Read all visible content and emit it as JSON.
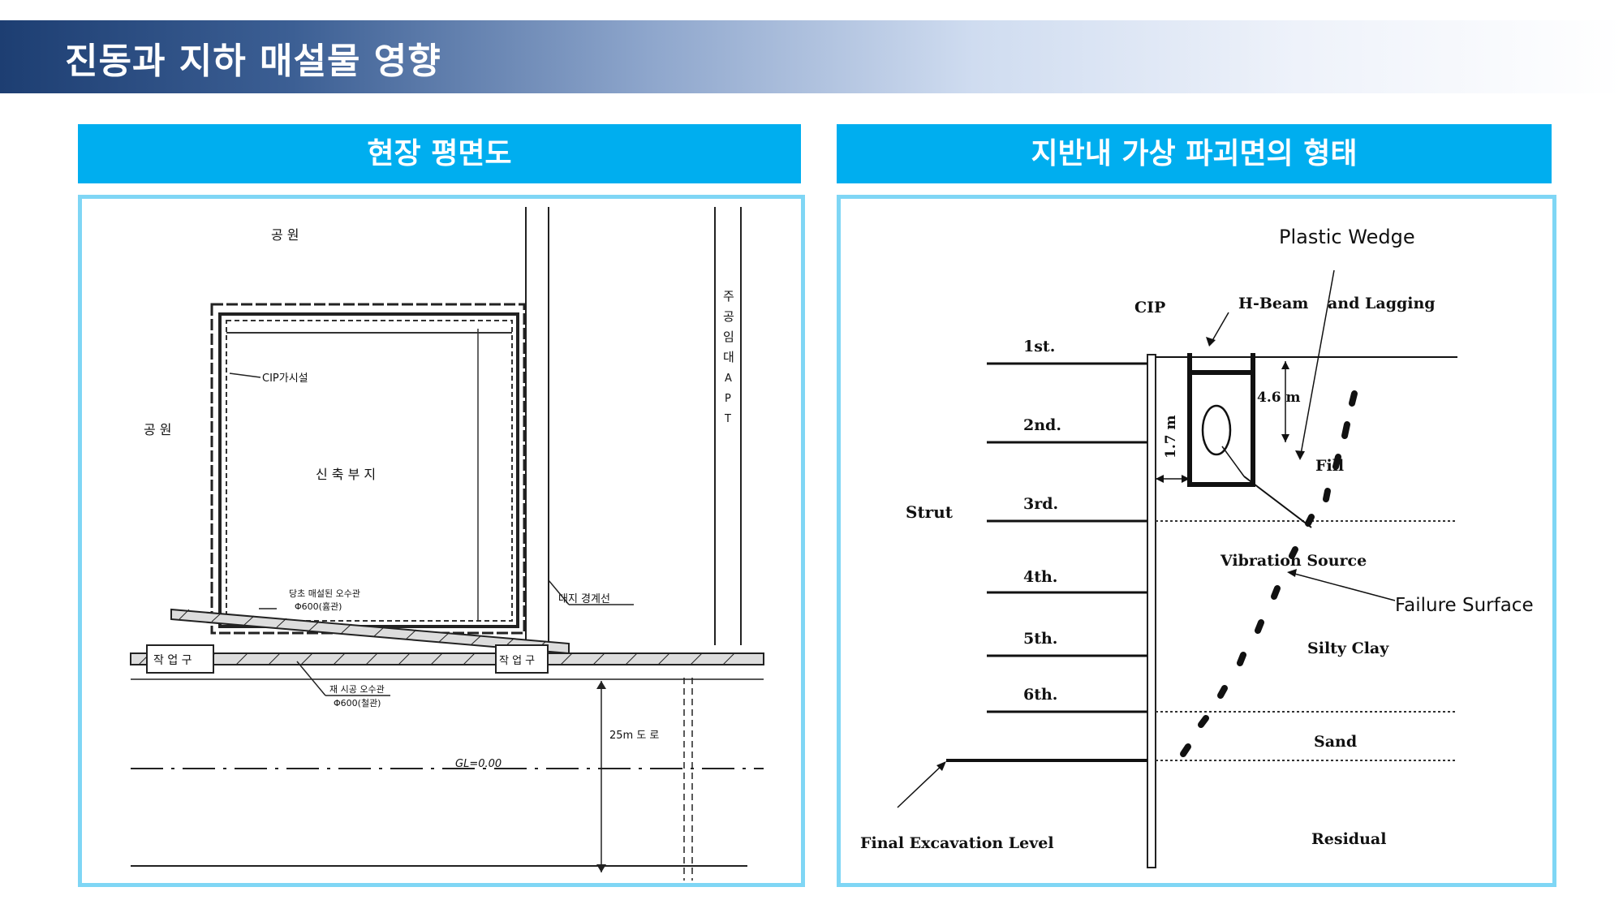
{
  "page": {
    "title": "진동과 지하 매설물 영향"
  },
  "left_panel": {
    "header": "현장 평면도",
    "labels": {
      "park_top": "공 원",
      "park_left": "공 원",
      "cip_temp": "CIP가시설",
      "new_site": "신 축 부 지",
      "apt": [
        "주",
        "공",
        "임",
        "대",
        "A",
        "P",
        "T"
      ],
      "boundary": "대지 경계선",
      "existing_pipe": "당초 매설된 오수관",
      "existing_pipe_spec": "Φ600(흄관)",
      "work_left": "작 업 구",
      "work_right": "작 업 구",
      "new_pipe": "재 시공 오수관",
      "new_pipe_spec": "Φ600(철관)",
      "road": "25m 도 로",
      "gl": "GL=0.00"
    }
  },
  "right_panel": {
    "header": "지반내 가상 파괴면의 형태",
    "labels": {
      "plastic_wedge": "Plastic Wedge",
      "h_beam": "H-Beam",
      "lagging": "and Lagging",
      "cip": "CIP",
      "levels": [
        "1st.",
        "2nd.",
        "3rd.",
        "4th.",
        "5th.",
        "6th."
      ],
      "dim_4_6": "4.6 m",
      "dim_1_7": "1.7 m",
      "fill": "Fill",
      "strut": "Strut",
      "vibration_source": "Vibration Source",
      "failure_surface": "Failure Surface",
      "silty_clay": "Silty Clay",
      "sand": "Sand",
      "final_excavation": "Final Excavation Level",
      "residual": "Residual"
    }
  },
  "colors": {
    "header_blue": "#00aeef",
    "frame_blue": "#7fd6f5",
    "title_dark": "#1d3e72"
  }
}
